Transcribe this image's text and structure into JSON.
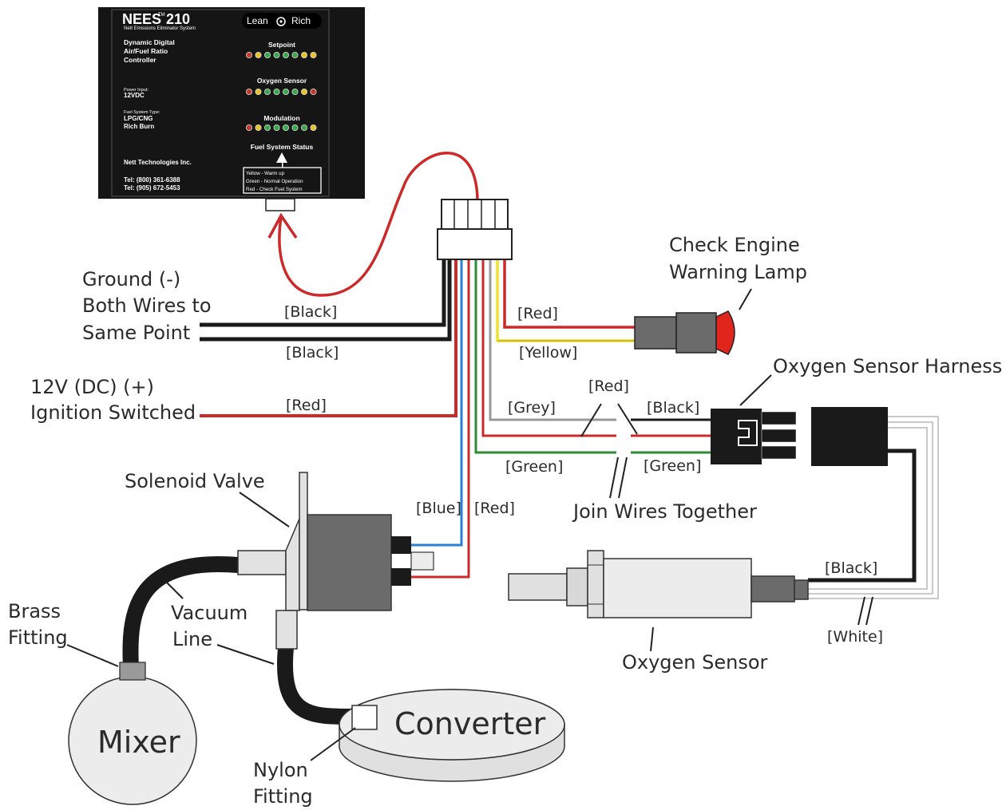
{
  "controller": {
    "brand": "NEES",
    "tm": "TM",
    "model": "210",
    "subtitle": "Nett Emissions Eliminator System",
    "lean": "Lean",
    "rich": "Rich",
    "desc": [
      "Dynamic Digital",
      "Air/Fuel Ratio",
      "Controller"
    ],
    "power_label": "Power Input:",
    "power_value": "12VDC",
    "fuel_label": "Fuel System Type:",
    "fuel_value_1": "LPG/CNG",
    "fuel_value_2": "Rich Burn",
    "company": "Nett Technologies Inc.",
    "tel1": "Tel:  (800) 361-6388",
    "tel2": "Tel:  (905) 672-5453",
    "setpoint": "Setpoint",
    "oxygen_sensor": "Oxygen Sensor",
    "modulation": "Modulation",
    "fuel_status": "Fuel System Status",
    "status_yellow": "Yellow - Warm up",
    "status_green": "Green - Normal Operation",
    "status_red": "Red - Check Fuel System",
    "led_rows": {
      "setpoint": [
        "#c0392b",
        "#e6c229",
        "#3aa64a",
        "#3aa64a",
        "#3aa64a",
        "#3aa64a",
        "#e6c229",
        "#e6c229"
      ],
      "oxygen": [
        "#c0392b",
        "#e6c229",
        "#3aa64a",
        "#3aa64a",
        "#3aa64a",
        "#3aa64a",
        "#e6c229",
        "#c0392b"
      ],
      "modulation": [
        "#c0392b",
        "#e6c229",
        "#3aa64a",
        "#3aa64a",
        "#3aa64a",
        "#3aa64a",
        "#3aa64a",
        "#e6c229"
      ]
    }
  },
  "labels": {
    "ground_1": "Ground (-)",
    "ground_2": "Both Wires to",
    "ground_3": "Same Point",
    "ign_1": "12V (DC) (+)",
    "ign_2": "Ignition Switched",
    "check_1": "Check Engine",
    "check_2": "Warning Lamp",
    "o2_harness": "Oxygen Sensor Harness",
    "solenoid": "Solenoid Valve",
    "join": "Join Wires Together",
    "brass_1": "Brass",
    "brass_2": "Fitting",
    "vacuum_1": "Vacuum",
    "vacuum_2": "Line",
    "o2_sensor": "Oxygen Sensor",
    "mixer": "Mixer",
    "converter": "Converter",
    "nylon_1": "Nylon",
    "nylon_2": "Fitting"
  },
  "wire_labels": {
    "black_1": "[Black]",
    "black_2": "[Black]",
    "red_ign": "[Red]",
    "red_lamp": "[Red]",
    "yellow": "[Yellow]",
    "grey": "[Grey]",
    "red_join": "[Red]",
    "black_harness": "[Black]",
    "green_1": "[Green]",
    "green_2": "[Green]",
    "blue": "[Blue]",
    "red_sol": "[Red]",
    "black_sensor": "[Black]",
    "white_sensor": "[White]"
  },
  "colors": {
    "red_wire": "#cc2a2a",
    "black_wire": "#1a1a1a",
    "blue_wire": "#2a7fd1",
    "green_wire": "#2f8a35",
    "yellow_wire": "#f2e22b",
    "grey_wire": "#9a9a9a",
    "lamp": "#e0261c",
    "controller_bg": "#151515"
  }
}
